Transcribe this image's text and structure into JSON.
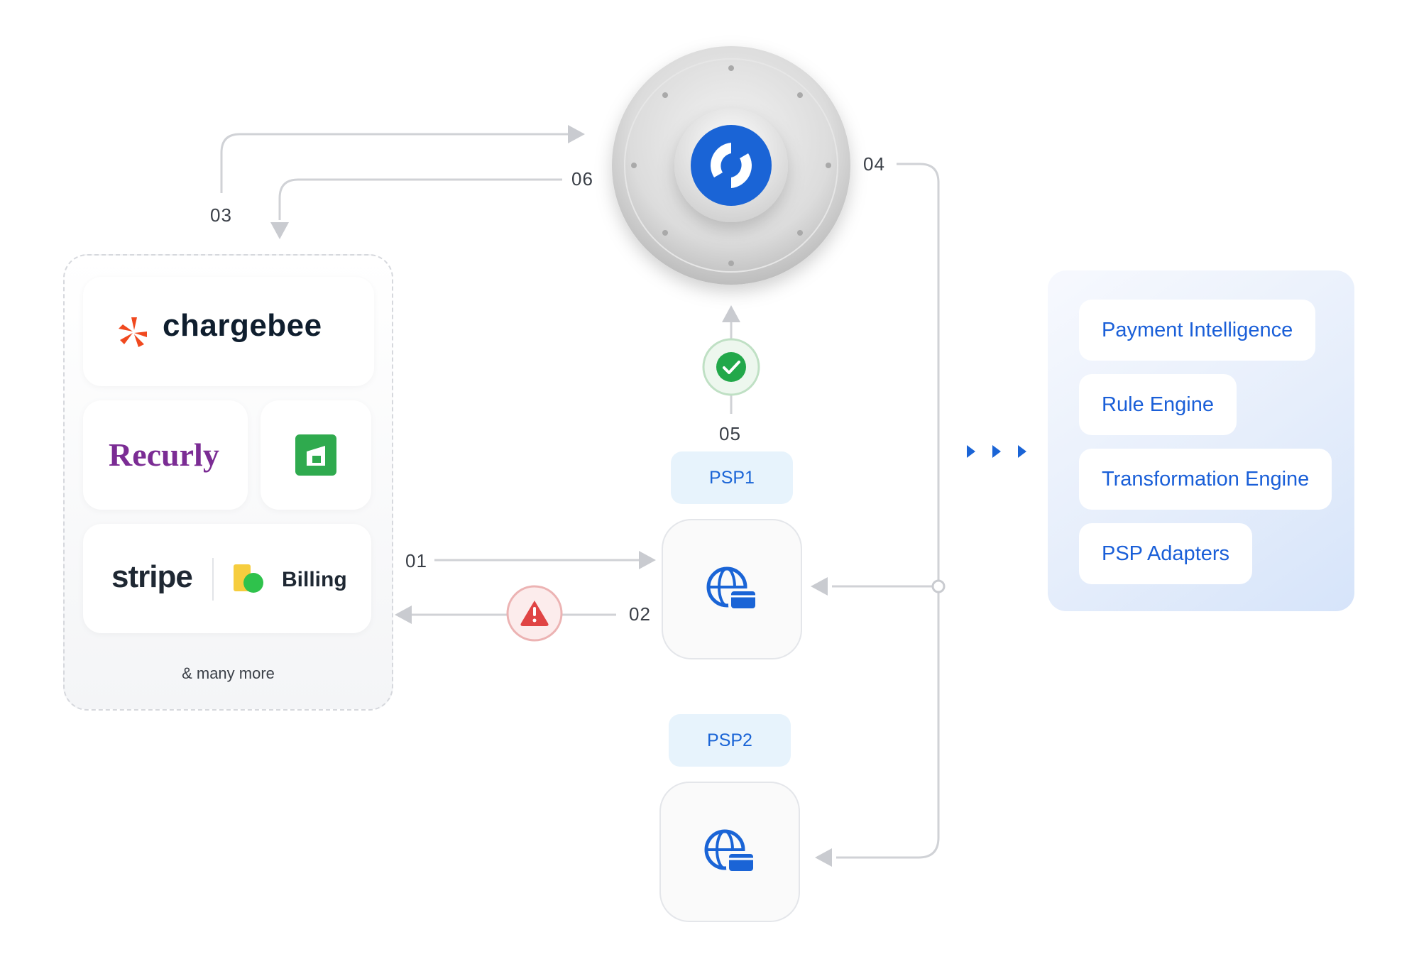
{
  "steps": {
    "s01": "01",
    "s02": "02",
    "s03": "03",
    "s04": "04",
    "s05": "05",
    "s06": "06"
  },
  "billing": {
    "chargebee": "chargebee",
    "recurly": "Recurly",
    "stripe": "stripe",
    "stripe_billing": "Billing",
    "more": "& many more"
  },
  "psps": [
    {
      "label": "PSP1"
    },
    {
      "label": "PSP2"
    }
  ],
  "features": [
    "Payment Intelligence",
    "Rule Engine",
    "Transformation Engine",
    "PSP Adapters"
  ],
  "colors": {
    "brand_blue": "#1a64d6",
    "success_green": "#22a84a",
    "error_red": "#e04444",
    "chargebee_orange": "#f0491f",
    "recurly_purple": "#7b2c94",
    "arrow_gray": "#c9cbd0"
  },
  "icons": {
    "hub": "refresh-logo-icon",
    "psp": "globe-card-icon",
    "success": "check-icon",
    "error": "warning-icon"
  }
}
